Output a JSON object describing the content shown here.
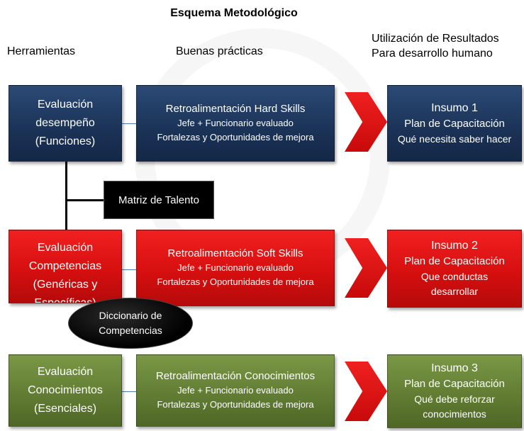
{
  "title": "Esquema Metodológico",
  "headers": {
    "tools": "Herramientas",
    "practices": "Buenas prácticas",
    "results_line1": "Utilización de Resultados",
    "results_line2": "Para desarrollo humano"
  },
  "rows": [
    {
      "color": "#1c3459",
      "tool": [
        "Evaluación",
        "desempeño",
        "(Funciones)"
      ],
      "practice": {
        "title": "Retroalimentación Hard Skills",
        "line1": "Jefe + Funcionario evaluado",
        "line2": "Fortalezas y Oportunidades de mejora"
      },
      "output": {
        "title": "Insumo 1",
        "subtitle": "Plan de Capacitación",
        "lines": [
          "Qué necesita saber hacer"
        ]
      }
    },
    {
      "color": "#e01010",
      "tool": [
        "Evaluación",
        "Competencias",
        "(Genéricas y",
        "Específicas)"
      ],
      "practice": {
        "title": "Retroalimentación Soft Skills",
        "line1": "Jefe + Funcionario evaluado",
        "line2": "Fortalezas y Oportunidades de mejora"
      },
      "output": {
        "title": "Insumo 2",
        "subtitle": "Plan de Capacitación",
        "lines": [
          "Que conductas",
          "desarrollar"
        ]
      }
    },
    {
      "color": "#627d33",
      "tool": [
        "Evaluación",
        "Conocimientos",
        "(Esenciales)"
      ],
      "practice": {
        "title": "Retroalimentación Conocimientos",
        "line1": "Jefe + Funcionario evaluado",
        "line2": "Fortalezas y Oportunidades de mejora"
      },
      "output": {
        "title": "Insumo 3",
        "subtitle": "Plan de Capacitación",
        "lines": [
          "Qué debe reforzar",
          "conocimientos"
        ]
      }
    }
  ],
  "talent_matrix": "Matriz de Talento",
  "dictionary": [
    "Diccionario de",
    "Competencias"
  ]
}
